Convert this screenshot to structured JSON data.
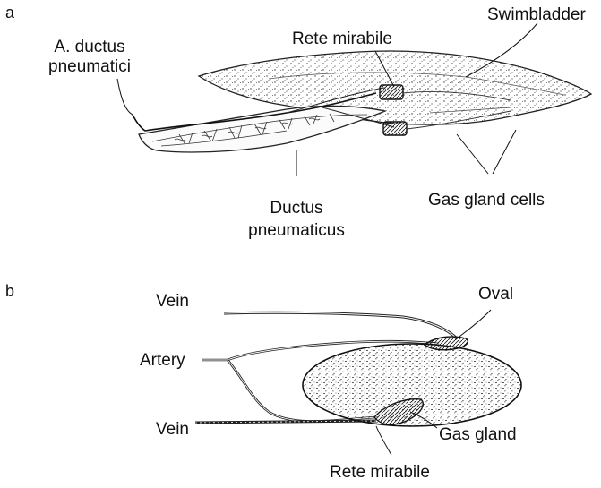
{
  "panel_a": {
    "letter": "a",
    "labels": {
      "a_ductus": [
        "A. ductus",
        "pneumatici"
      ],
      "rete": "Rete mirabile",
      "swimbladder": "Swimbladder",
      "ductus": [
        "Ductus",
        "pneumaticus"
      ],
      "gas_gland_cells": "Gas gland cells"
    }
  },
  "panel_b": {
    "letter": "b",
    "labels": {
      "vein_top": "Vein",
      "oval": "Oval",
      "artery": "Artery",
      "vein_bottom": "Vein",
      "gas_gland": "Gas gland",
      "rete": "Rete mirabile"
    }
  }
}
